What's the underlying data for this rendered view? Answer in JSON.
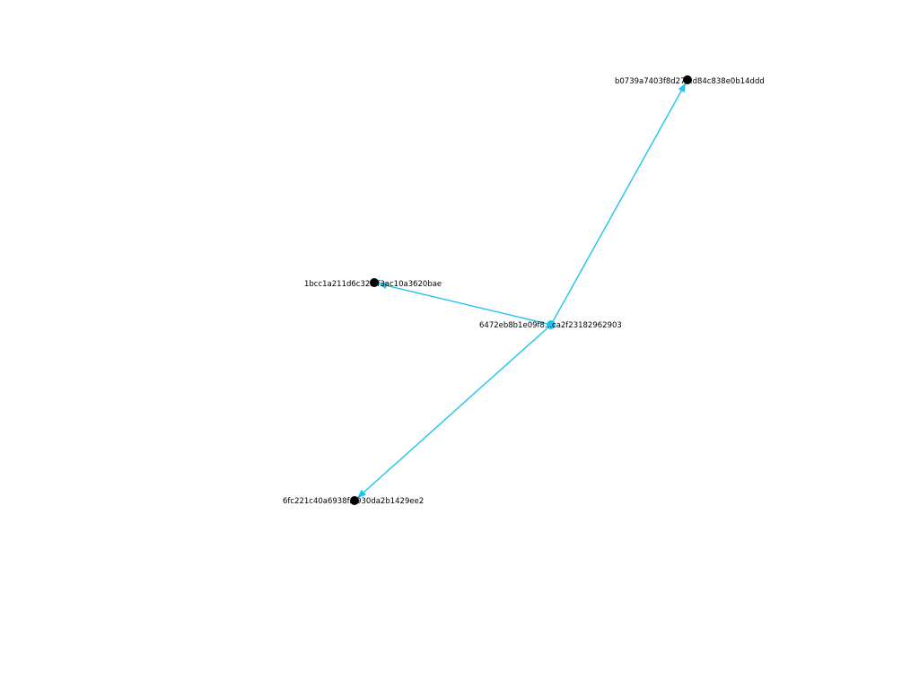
{
  "colors": {
    "background": "#ffffff",
    "edge": "#1ec4f0",
    "node": "#000000",
    "source_node": "#1ec4f0",
    "label": "#000000"
  },
  "nodes": [
    {
      "id": "n-center",
      "label": "6472eb8b1e09f8...ca2f23182962903",
      "role": "source"
    },
    {
      "id": "n-top",
      "label": "b0739a7403f8d27...d84c838e0b14ddd",
      "role": "target"
    },
    {
      "id": "n-mid",
      "label": "1bcc1a211d6c32...f3ac10a3620bae",
      "role": "target"
    },
    {
      "id": "n-bottom",
      "label": "6fc221c40a6938f...930da2b1429ee2",
      "role": "target"
    }
  ],
  "edges": [
    {
      "from": "n-center",
      "to": "n-top",
      "directed": true
    },
    {
      "from": "n-center",
      "to": "n-mid",
      "directed": true
    },
    {
      "from": "n-center",
      "to": "n-bottom",
      "directed": true
    }
  ]
}
